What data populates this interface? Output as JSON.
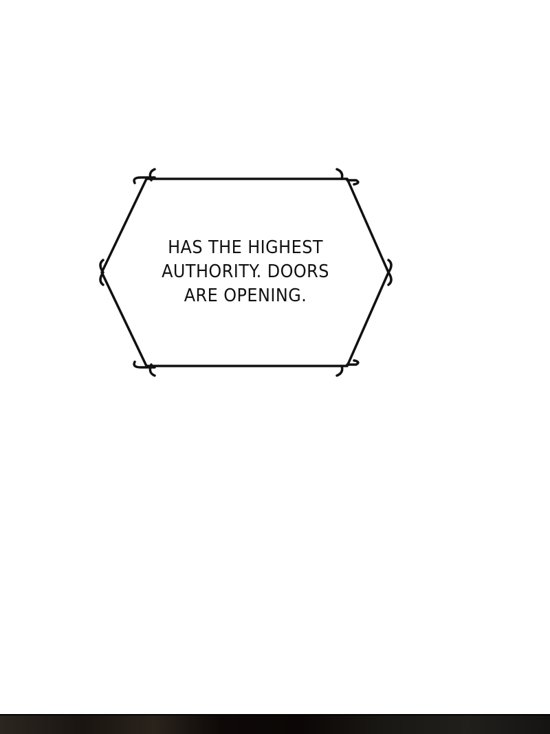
{
  "speech_bubble": {
    "lines": [
      "HAS THE HIGHEST",
      "AUTHORITY. DOORS",
      "ARE OPENING."
    ],
    "stroke_color": "#111111"
  },
  "bottom_panel": {
    "color": "#1a1511"
  }
}
